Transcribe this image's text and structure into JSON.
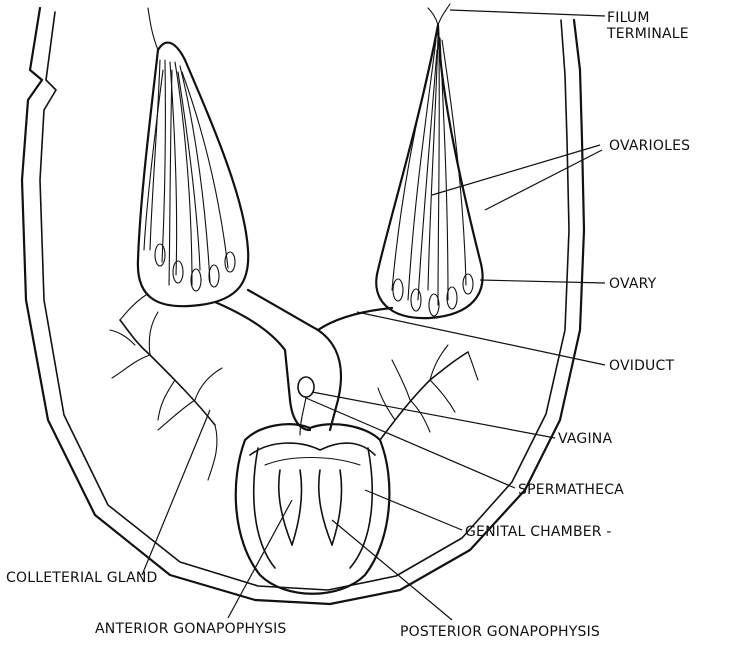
{
  "labels": {
    "filum_line1": "FILUM",
    "filum_line2": "TERMINALE",
    "ovarioles": "OVARIOLES",
    "ovary": "OVARY",
    "oviduct": "OVIDUCT",
    "vagina": "VAGINA",
    "spermatheca": "SPERMATHECA",
    "genital_chamber": "GENITAL CHAMBER -",
    "colleterial_gland": "COLLETERIAL GLAND",
    "anterior_gonapophysis": "ANTERIOR GONAPOPHYSIS",
    "posterior_gonapophysis": "POSTERIOR GONAPOPHYSIS"
  }
}
